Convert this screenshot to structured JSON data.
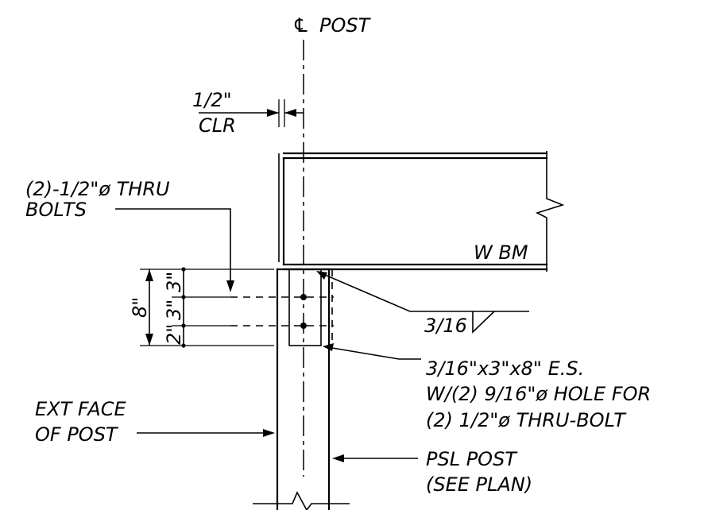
{
  "labels": {
    "centerline_symbol": "℄",
    "centerline_post": "POST",
    "clearance_dim": "1/2\"",
    "clearance_label": "CLR",
    "bolts_line1": "(2)-1/2\"ø THRU",
    "bolts_line2": "BOLTS",
    "beam_label": "W BM",
    "weld_size": "3/16",
    "dim_overall": "8\"",
    "dim_top": "3\"",
    "dim_middle": "3\"",
    "dim_bottom": "2\"",
    "plate_line1": "3/16\"x3\"x8\" E.S.",
    "plate_line2": "W/(2) 9/16\"ø HOLE FOR",
    "plate_line3": "(2) 1/2\"ø THRU-BOLT",
    "ext_face_line1": "EXT FACE",
    "ext_face_line2": "OF POST",
    "psl_line1": "PSL POST",
    "psl_line2": "(SEE PLAN)"
  }
}
